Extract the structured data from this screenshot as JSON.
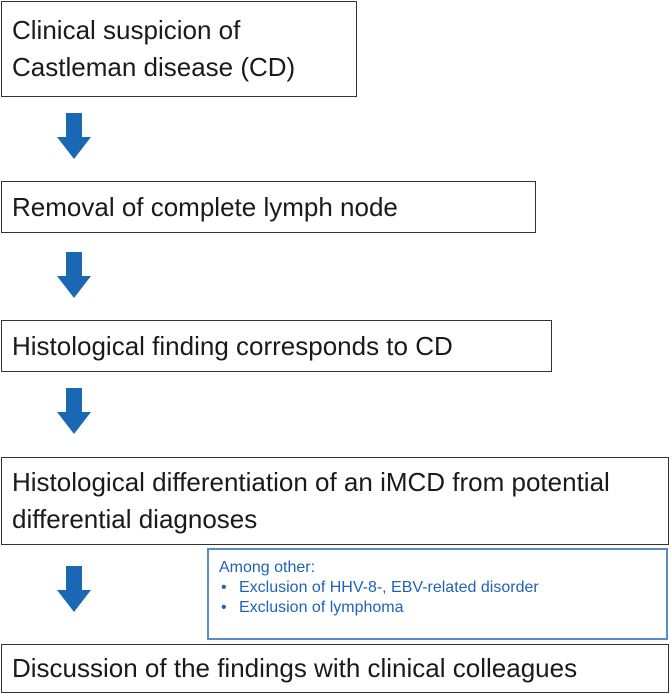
{
  "colors": {
    "arrow": "#1a67b3",
    "box_border": "#333333",
    "note_border": "#5b8ac7",
    "note_text": "#1e63b8"
  },
  "steps": [
    {
      "text": "Clinical suspicion of Castleman disease (CD)"
    },
    {
      "text": "Removal of complete lymph node"
    },
    {
      "text": "Histological finding corresponds to CD"
    },
    {
      "text": "Histological differentiation of an iMCD from potential differential diagnoses"
    },
    {
      "text": "Discussion of the findings with clinical colleagues"
    }
  ],
  "note": {
    "heading": "Among other:",
    "bullets": [
      "Exclusion of HHV-8-, EBV-related disorder",
      "Exclusion of lymphoma"
    ]
  }
}
